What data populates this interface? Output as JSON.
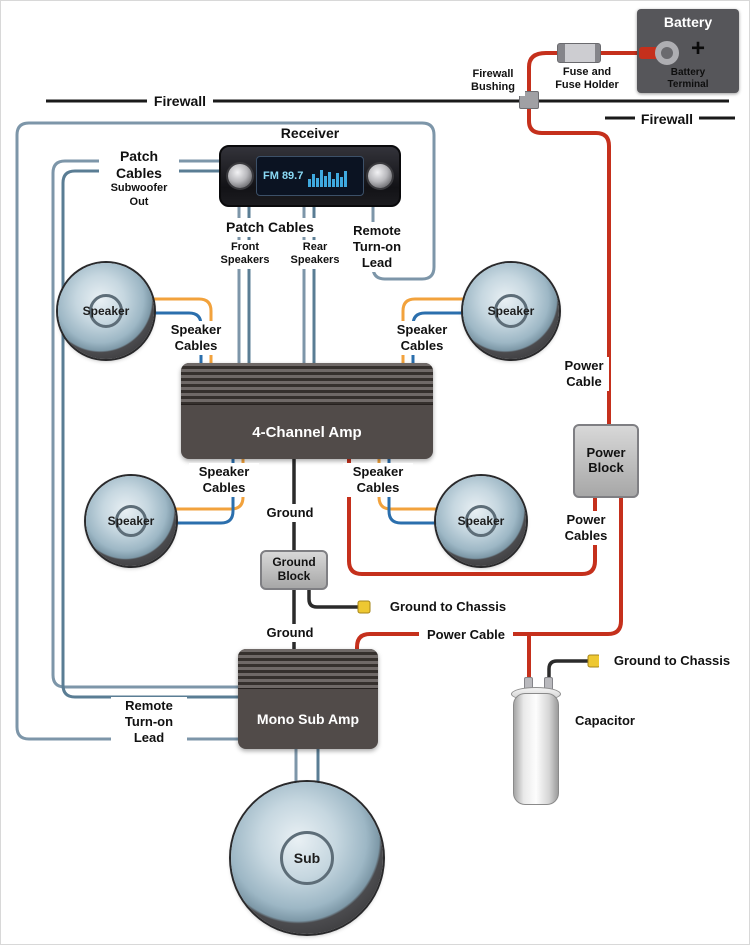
{
  "colors": {
    "power_wire": "#c5301c",
    "signal_wire": "#7d96a9",
    "signal_wire_dark": "#5a7d94",
    "speaker_wire_orange": "#f2a23c",
    "speaker_wire_blue": "#2b6fad",
    "ground_wire": "#2b2b2b",
    "firewall_line": "#1a1a1a",
    "chassis_marker": "#eec832"
  },
  "battery": {
    "title": "Battery",
    "plus": "+",
    "terminal": {
      "line1": "Battery",
      "line2": "Terminal"
    }
  },
  "fuse": {
    "line1": "Fuse and",
    "line2": "Fuse Holder"
  },
  "firewall": {
    "left": "Firewall",
    "right": "Firewall",
    "bushing": {
      "line1": "Firewall",
      "line2": "Bushing"
    }
  },
  "receiver": {
    "title": "Receiver",
    "display": "FM 89.7"
  },
  "patch_sub": {
    "line1": "Patch",
    "line2": "Cables",
    "line3": "Subwoofer Out"
  },
  "patch_main": {
    "title": "Patch Cables",
    "front": {
      "line1": "Front",
      "line2": "Speakers"
    },
    "rear": {
      "line1": "Rear",
      "line2": "Speakers"
    }
  },
  "remote_lead_top": {
    "line1": "Remote",
    "line2": "Turn-on",
    "line3": "Lead"
  },
  "remote_lead_bottom": {
    "line1": "Remote",
    "line2": "Turn-on",
    "line3": "Lead"
  },
  "speakers": {
    "front_left": "Speaker",
    "front_right": "Speaker",
    "rear_left": "Speaker",
    "rear_right": "Speaker",
    "subwoofer": "Sub"
  },
  "speaker_cables": {
    "line1": "Speaker",
    "line2": "Cables"
  },
  "amps": {
    "four_channel": "4-Channel Amp",
    "mono_sub": "Mono Sub Amp"
  },
  "power": {
    "cable": {
      "line1": "Power",
      "line2": "Cable"
    },
    "block": {
      "line1": "Power",
      "line2": "Block"
    },
    "cables": {
      "line1": "Power",
      "line2": "Cables"
    },
    "cable_mid": "Power Cable"
  },
  "ground": {
    "label_top": "Ground",
    "block": {
      "line1": "Ground",
      "line2": "Block"
    },
    "to_chassis_amp": "Ground to Chassis",
    "label_bottom": "Ground",
    "to_chassis_cap": "Ground to Chassis"
  },
  "capacitor": {
    "label": "Capacitor"
  }
}
